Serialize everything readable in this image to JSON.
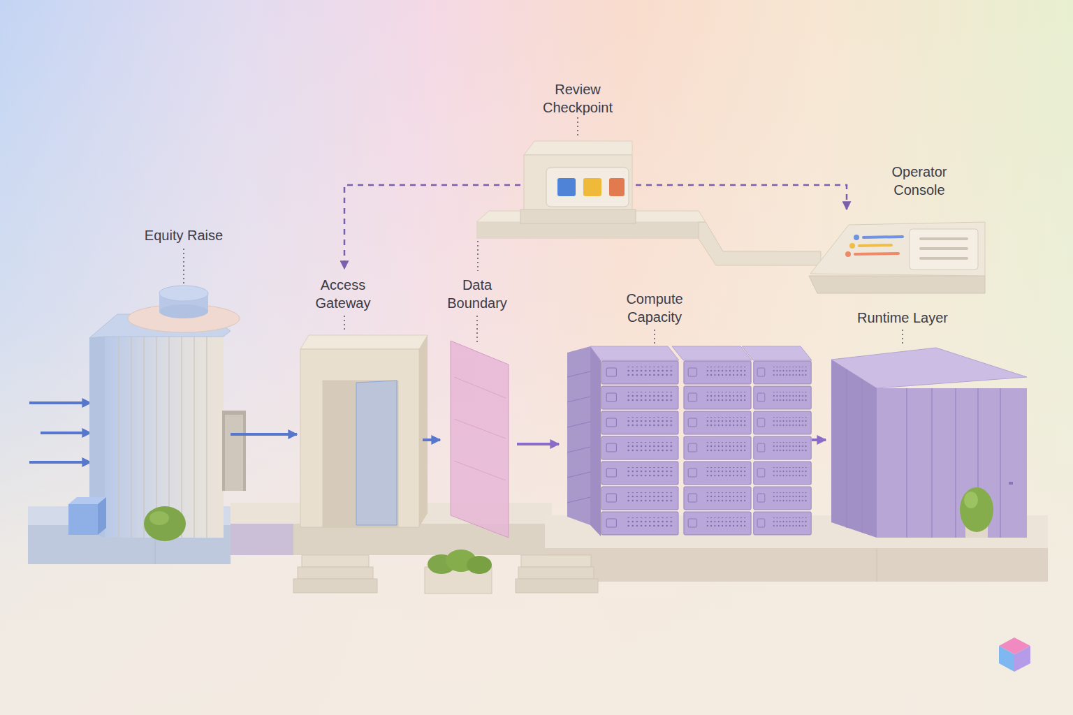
{
  "diagram": {
    "nodes": [
      {
        "text": [
          "Review Checkpoint"
        ]
      },
      {
        "text": [
          "Operator Console"
        ]
      },
      {
        "text": [
          "Equity Raise"
        ]
      },
      {
        "text": [
          "Access Gateway"
        ]
      },
      {
        "text": [
          "Data Boundary"
        ]
      },
      {
        "text": [
          "Compute Capacity"
        ]
      },
      {
        "text": [
          "Runtime Layer"
        ]
      }
    ],
    "edges": [
      {
        "from": 2,
        "to": 3,
        "arrow": "to"
      },
      {
        "from": 3,
        "to": 4,
        "arrow": "to"
      },
      {
        "from": 4,
        "to": 5,
        "arrow": "to"
      },
      {
        "from": 5,
        "to": 6,
        "arrow": "to"
      },
      {
        "from": 0,
        "to": 3,
        "arrow": "to"
      },
      {
        "from": 0,
        "to": 1,
        "arrow": "to"
      }
    ]
  }
}
